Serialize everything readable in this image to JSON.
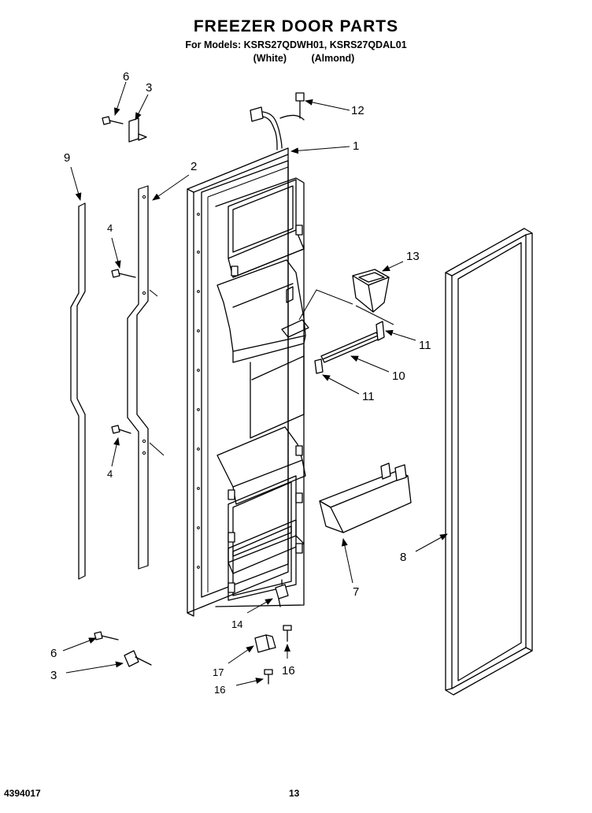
{
  "header": {
    "title": "FREEZER DOOR PARTS",
    "models_line": "For Models: KSRS27QDWH01, KSRS27QDAL01",
    "color_white": "(White)",
    "color_almond": "(Almond)"
  },
  "callouts": {
    "door_assembly": "1",
    "door_rail": "2",
    "clip_top": "3",
    "clip_bottom": "3",
    "screw_upper": "4",
    "screw_lower": "4",
    "screw_top": "6",
    "screw_bottom": "6",
    "rail_trim": "9",
    "plug": "12",
    "funnel": "13",
    "end_cap_upper": "11",
    "end_cap_lower": "11",
    "trim_strip": "10",
    "door_bin": "7",
    "gasket": "8",
    "hinge_pin": "14",
    "hinge_bracket": "17",
    "hinge_screw": "16",
    "bracket_screw": "16"
  },
  "footer": {
    "doc_number": "4394017",
    "page_number": "13"
  },
  "icons": {
    "arrow": "arrow-icon"
  }
}
